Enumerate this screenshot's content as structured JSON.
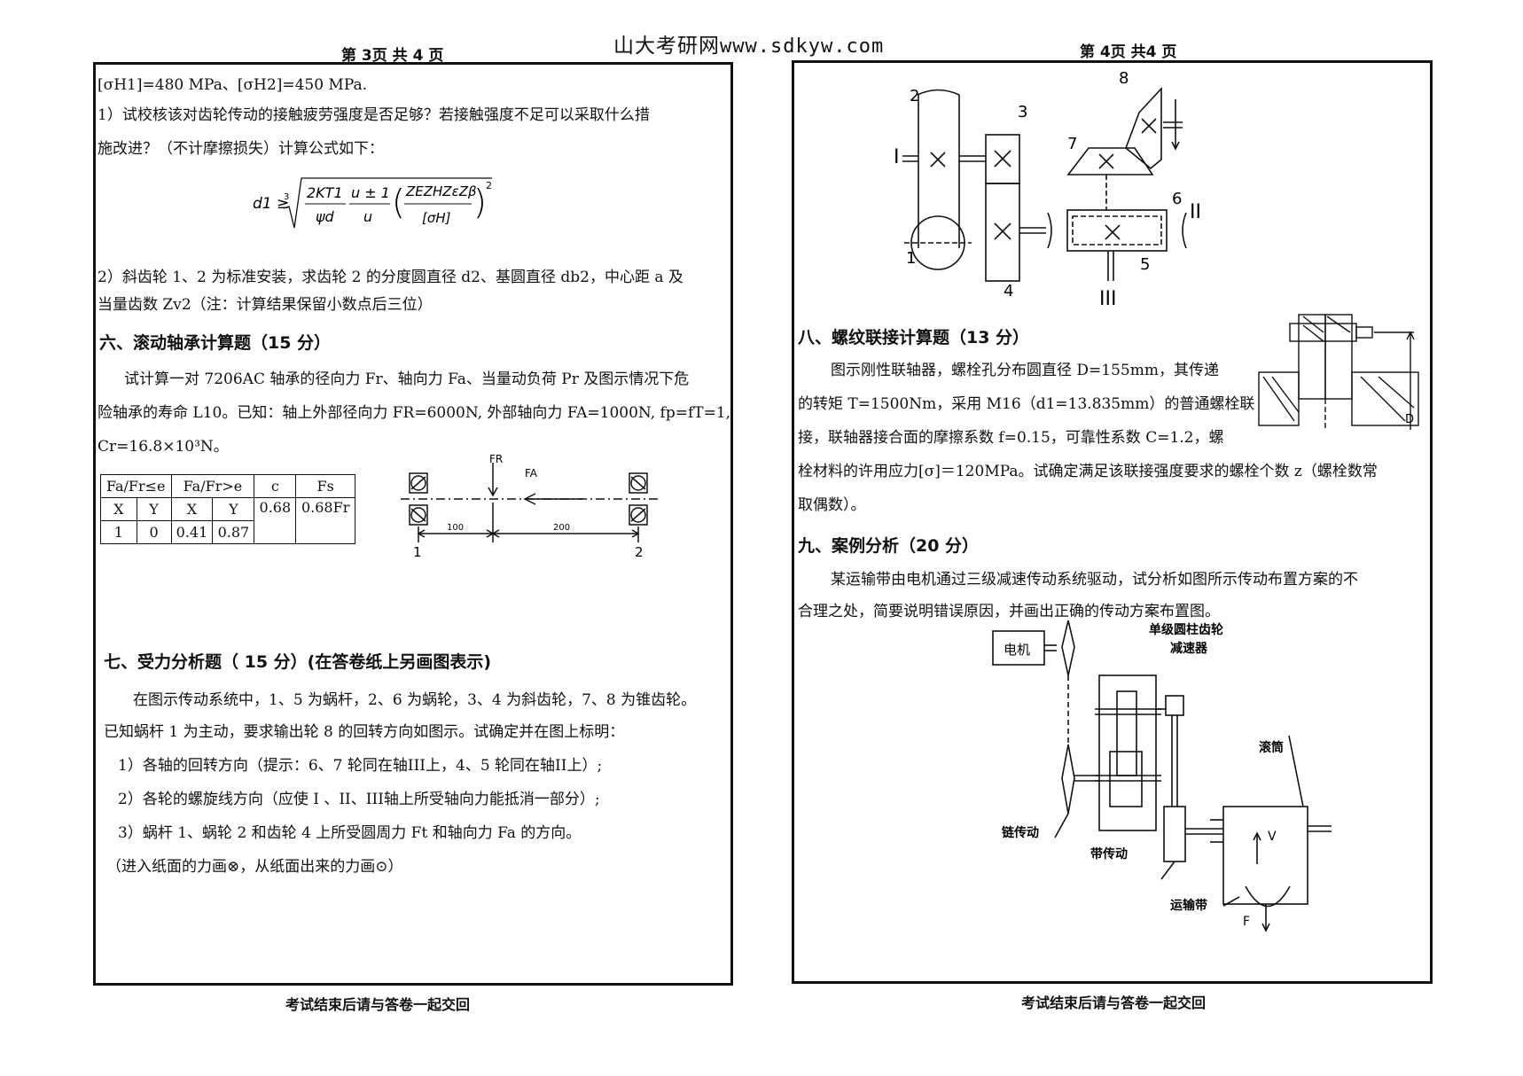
{
  "site": {
    "name": "山大考研网",
    "url": "www.sdkyw.com"
  },
  "left_page": {
    "page_no": "第 3页  共 4 页",
    "lines": {
      "l1": "[σH1]=480 MPa、[σH2]=450 MPa.",
      "l2": "1）试校核该对齿轮传动的接触疲劳强度是否足够？若接触强度不足可以采取什么措",
      "l3": "施改进？（不计摩擦损失）计算公式如下：",
      "l4": "2）斜齿轮 1、2 为标准安装，求齿轮 2 的分度圆直径 d2、基圆直径 db2，中心距 a 及",
      "l5": "当量齿数 Zv2（注：计算结果保留小数点后三位）"
    },
    "formula": {
      "lhs": "d1 ≥",
      "n1": "2KT1",
      "d1": "ψd",
      "n2": "u ± 1",
      "d2": "u",
      "n3": "ZEZHZεZβ",
      "d3": "[σH]",
      "exp": "2"
    },
    "sec6": {
      "title": "六、滚动轴承计算题（15 分）",
      "p1": "试计算一对 7206AC 轴承的径向力 Fr、轴向力 Fa、当量动负荷 Pr 及图示情况下危",
      "p2": "险轴承的寿命 L10。已知：轴上外部径向力 FR=6000N, 外部轴向力 FA=1000N, fp=fT=1,",
      "p3": "Cr=16.8×10³N。",
      "table": {
        "h1": "Fa/Fr≤e",
        "h2": "Fa/Fr>e",
        "h3": "c",
        "h4": "Fs",
        "s1": "X",
        "s2": "Y",
        "s3": "X",
        "s4": "Y",
        "c_val": "0.68",
        "fs_val": "0.68Fr",
        "v1": "1",
        "v2": "0",
        "v3": "0.41",
        "v4": "0.87"
      },
      "diagram": {
        "fr": "FR",
        "fa": "FA",
        "d1": "100",
        "d2": "200",
        "b1": "1",
        "b2": "2"
      }
    },
    "sec7": {
      "title": "七、受力分析题（ 15 分）(在答卷纸上另画图表示)",
      "p1": "在图示传动系统中，1、5 为蜗杆，2、6 为蜗轮，3、4 为斜齿轮，7、8 为锥齿轮。",
      "p2": "已知蜗杆 1 为主动，要求输出轮 8 的回转方向如图示。试确定并在图上标明：",
      "i1": "1）各轴的回转方向（提示：6、7 轮同在轴III上，4、5 轮同在轴II上）;",
      "i2": "2）各轮的螺旋线方向（应使 I 、II、III轴上所受轴向力能抵消一部分）;",
      "i3": "3）蜗杆 1、蜗轮 2 和齿轮 4 上所受圆周力 Ft 和轴向力 Fa 的方向。",
      "note": "（进入纸面的力画⊗，从纸面出来的力画⊙）"
    },
    "footer": "考试结束后请与答卷一起交回"
  },
  "right_page": {
    "page_no": "第 4页  共4  页",
    "gear_diagram": {
      "n1": "1",
      "n2": "2",
      "n3": "3",
      "n4": "4",
      "n5": "5",
      "n6": "6",
      "n7": "7",
      "n8": "8",
      "s1": "I",
      "s2": "II",
      "s3": "III"
    },
    "sec8": {
      "title": "八、螺纹联接计算题（13 分）",
      "p1": "图示刚性联轴器，螺栓孔分布圆直径 D=155mm，其传递",
      "p2": "的转矩 T=1500Nm，采用 M16（d1=13.835mm）的普通螺栓联",
      "p3": "接，联轴器接合面的摩擦系数 f=0.15，可靠性系数 C=1.2，螺",
      "p4": "栓材料的许用应力[σ]＝120MPa。试确定满足该联接强度要求的螺栓个数 z（螺栓数常",
      "p5": "取偶数）。",
      "d_label": "D"
    },
    "sec9": {
      "title": "九、案例分析（20 分）",
      "p1": "某运输带由电机通过三级减速传动系统驱动，试分析如图所示传动布置方案的不",
      "p2": "合理之处，简要说明错误原因，并画出正确的传动方案布置图。",
      "labels": {
        "motor": "电机",
        "reducer1": "单级圆柱齿轮",
        "reducer2": "减速器",
        "drum": "滚筒",
        "chain": "链传动",
        "belt": "带传动",
        "conveyor": "运输带",
        "v": "V",
        "f": "F"
      }
    },
    "footer": "考试结束后请与答卷一起交回"
  }
}
